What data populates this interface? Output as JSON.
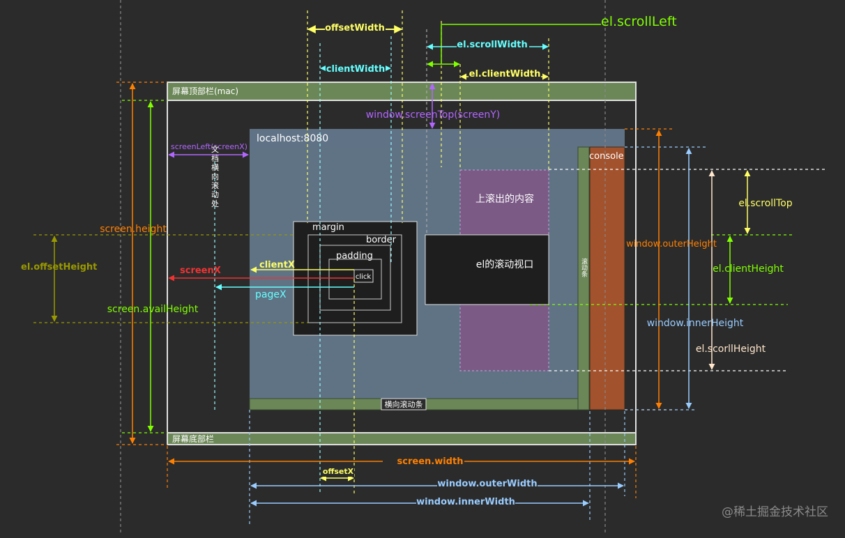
{
  "colors": {
    "background": "#2b2b2b",
    "screen_border": "#e0e0e0",
    "bar_green": "#6b8757",
    "browser_blue": "#5f7385",
    "console_brown": "#a2522d",
    "overflow_purple": "#7b5a86",
    "orange": "#ff8000",
    "lime": "#80ff00",
    "olive": "#999900",
    "yellow": "#ffff66",
    "cyan": "#66ffff",
    "lightblue": "#99ccff",
    "purple": "#b266ff",
    "red": "#ee3333",
    "cream": "#ffe6cc"
  },
  "boxes": {
    "screen_top_bar": "屏幕顶部栏(mac)",
    "screen_bottom_bar": "屏幕底部栏",
    "browser_url": "localhost:8080",
    "console": "console",
    "overflow_content": "上滚出的内容",
    "el_viewport": "el的滚动视口",
    "vertical_scrollbar": "滚动条",
    "horizontal_scrollbar": "横向滚动条",
    "doc_h_scroll": "文档横向滚动处",
    "margin": "margin",
    "border": "border",
    "padding": "padding",
    "click": "click"
  },
  "labels": {
    "offsetWidth": "offsetWidth",
    "clientWidth": "clientWidth",
    "scrollLeft": "el.scrollLeft",
    "scrollWidth": "el.scrollWidth",
    "el_clientWidth": "el.clientWidth",
    "screenTop": "window.screenTop(screenY)",
    "screenLeft": "screenLeft(screenX)",
    "screen_height": "screen.height",
    "screen_availHeight": "screen.availHeight",
    "offsetHeight": "el.offsetHeight",
    "screenX": "screenX",
    "clientX": "clientX",
    "pageX": "pageX",
    "scrollTop": "el.scrollTop",
    "el_clientHeight": "el.clientHeight",
    "outerHeight": "window.outerHeight",
    "innerHeight": "window.innerHeight",
    "scrollHeight": "el.scorllHeight",
    "screen_width": "screen.width",
    "offsetX": "offsetX",
    "outerWidth": "window.outerWidth",
    "innerWidth": "window.innerWidth"
  },
  "watermark": "@稀土掘金技术社区"
}
